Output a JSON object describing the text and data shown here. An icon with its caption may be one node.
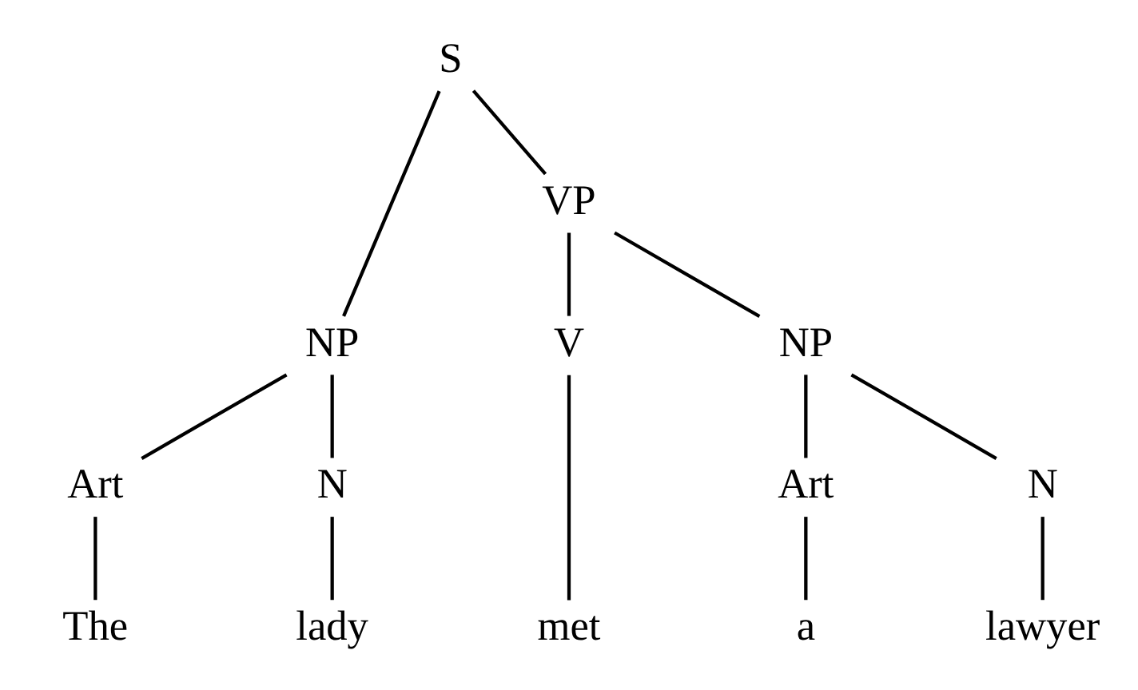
{
  "diagram": {
    "nodes": [
      {
        "text": [
          "S"
        ]
      },
      {
        "text": [
          "NP"
        ]
      },
      {
        "text": [
          "VP"
        ]
      },
      {
        "text": [
          "Art"
        ]
      },
      {
        "text": [
          "N"
        ]
      },
      {
        "text": [
          "V"
        ]
      },
      {
        "text": [
          "NP"
        ]
      },
      {
        "text": [
          "Art"
        ]
      },
      {
        "text": [
          "N"
        ]
      },
      {
        "text": [
          "The"
        ]
      },
      {
        "text": [
          "lady"
        ]
      },
      {
        "text": [
          "met"
        ]
      },
      {
        "text": [
          "a"
        ]
      },
      {
        "text": [
          "lawyer"
        ]
      }
    ],
    "edges": [
      {
        "from": 0,
        "to": 1,
        "arrow": "none"
      },
      {
        "from": 0,
        "to": 2,
        "arrow": "none"
      },
      {
        "from": 1,
        "to": 3,
        "arrow": "none"
      },
      {
        "from": 1,
        "to": 4,
        "arrow": "none"
      },
      {
        "from": 2,
        "to": 5,
        "arrow": "none"
      },
      {
        "from": 2,
        "to": 6,
        "arrow": "none"
      },
      {
        "from": 6,
        "to": 7,
        "arrow": "none"
      },
      {
        "from": 6,
        "to": 8,
        "arrow": "none"
      },
      {
        "from": 3,
        "to": 9,
        "arrow": "none"
      },
      {
        "from": 4,
        "to": 10,
        "arrow": "none"
      },
      {
        "from": 5,
        "to": 11,
        "arrow": "none"
      },
      {
        "from": 7,
        "to": 12,
        "arrow": "none"
      },
      {
        "from": 8,
        "to": 13,
        "arrow": "none"
      }
    ]
  }
}
